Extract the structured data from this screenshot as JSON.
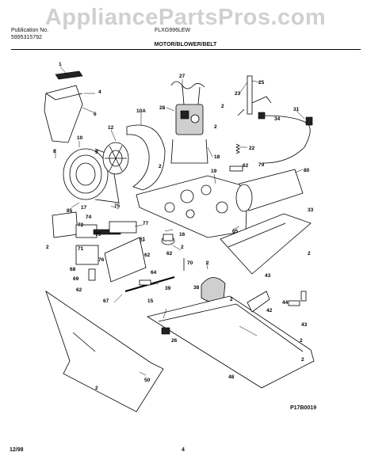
{
  "watermark": "AppliancePartsPros.com",
  "header": {
    "publication_label": "Publication No.",
    "publication_number": "5995315792",
    "model": "FLXG996LEW",
    "section_title": "MOTOR/BLOWER/BELT"
  },
  "footer": {
    "date": "12/98",
    "page": "4",
    "drawing_code": "P17B0019"
  },
  "callouts": [
    "1",
    "4",
    "6",
    "8",
    "10",
    "9",
    "12",
    "10A",
    "27",
    "28",
    "2",
    "18",
    "2",
    "2",
    "23",
    "25",
    "34",
    "31",
    "22",
    "79",
    "62",
    "19",
    "80",
    "17",
    "75",
    "85",
    "74",
    "72",
    "77",
    "73",
    "2",
    "71",
    "76",
    "61",
    "62",
    "62",
    "65",
    "2",
    "16",
    "70",
    "68",
    "69",
    "62",
    "64",
    "38",
    "2",
    "67",
    "39",
    "15",
    "33",
    "2",
    "43",
    "42",
    "44",
    "43",
    "2",
    "26",
    "2",
    "48",
    "50",
    "2",
    "2"
  ]
}
